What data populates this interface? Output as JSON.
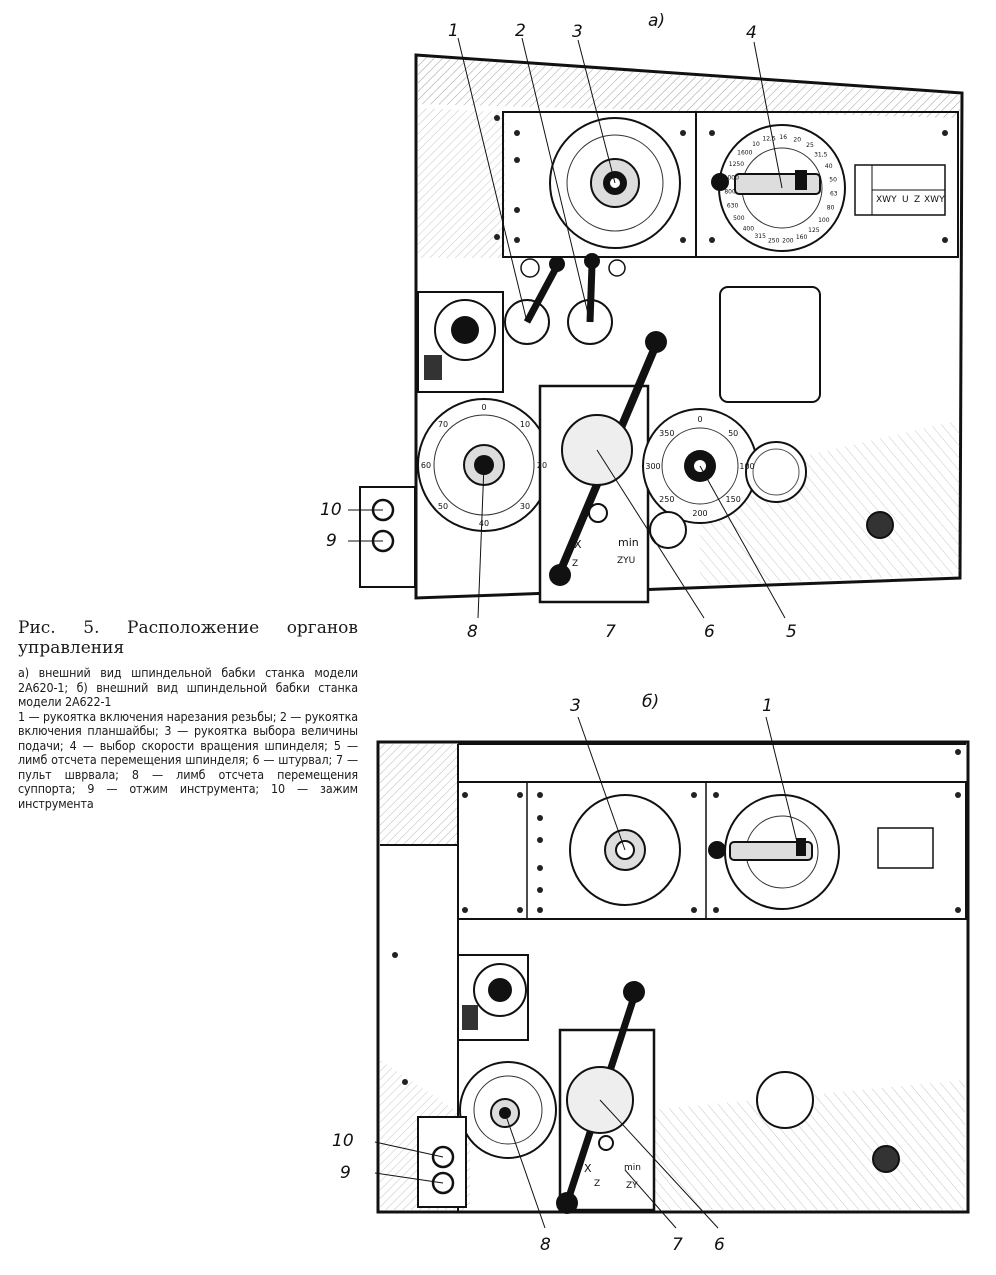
{
  "figure": {
    "title": "Рис. 5. Расположение органов управления",
    "legend": [
      "а) внешний вид шпиндельной бабки станка модели 2А620-1; б) внешний вид шпиндельной бабки станка модели 2А622-1",
      "1 — рукоятка включения нарезания резьбы; 2 — рукоятка включения планшайбы; 3 — рукоятка выбора величины подачи; 4 — выбор скорости вращения шпинделя; 5 — лимб отсчета перемещения шпинделя; 6 — штурвал; 7 — пульт шврвала; 8 — лимб отсчета перемещения суппорта; 9 — отжим инструмента; 10 — зажим инструмента"
    ]
  },
  "view_a": {
    "tag": "а)",
    "callouts": [
      "1",
      "2",
      "3",
      "4",
      "5",
      "6",
      "7",
      "8",
      "9",
      "10"
    ],
    "pendant_text": [
      "X",
      "min",
      "ZYU",
      "Z"
    ],
    "spindle_dial": [
      "0",
      "50",
      "100",
      "150",
      "200",
      "250",
      "300",
      "350"
    ],
    "feed_dial": [
      "0",
      "10",
      "20",
      "30",
      "40",
      "50",
      "60",
      "70"
    ],
    "speed_dial": [
      "10",
      "12,5",
      "16",
      "20",
      "25",
      "31,5",
      "40",
      "50",
      "63",
      "80",
      "100",
      "125",
      "160",
      "200",
      "250",
      "315",
      "400",
      "500",
      "630",
      "800",
      "1000",
      "1250",
      "1600"
    ],
    "plate_text": [
      "XWY",
      "U",
      "Z",
      "XWY"
    ]
  },
  "view_b": {
    "tag": "б)",
    "callouts": [
      "3",
      "1",
      "10",
      "9",
      "8",
      "7",
      "6"
    ],
    "pendant_text": [
      "X",
      "Z",
      "min",
      "ZY"
    ]
  }
}
